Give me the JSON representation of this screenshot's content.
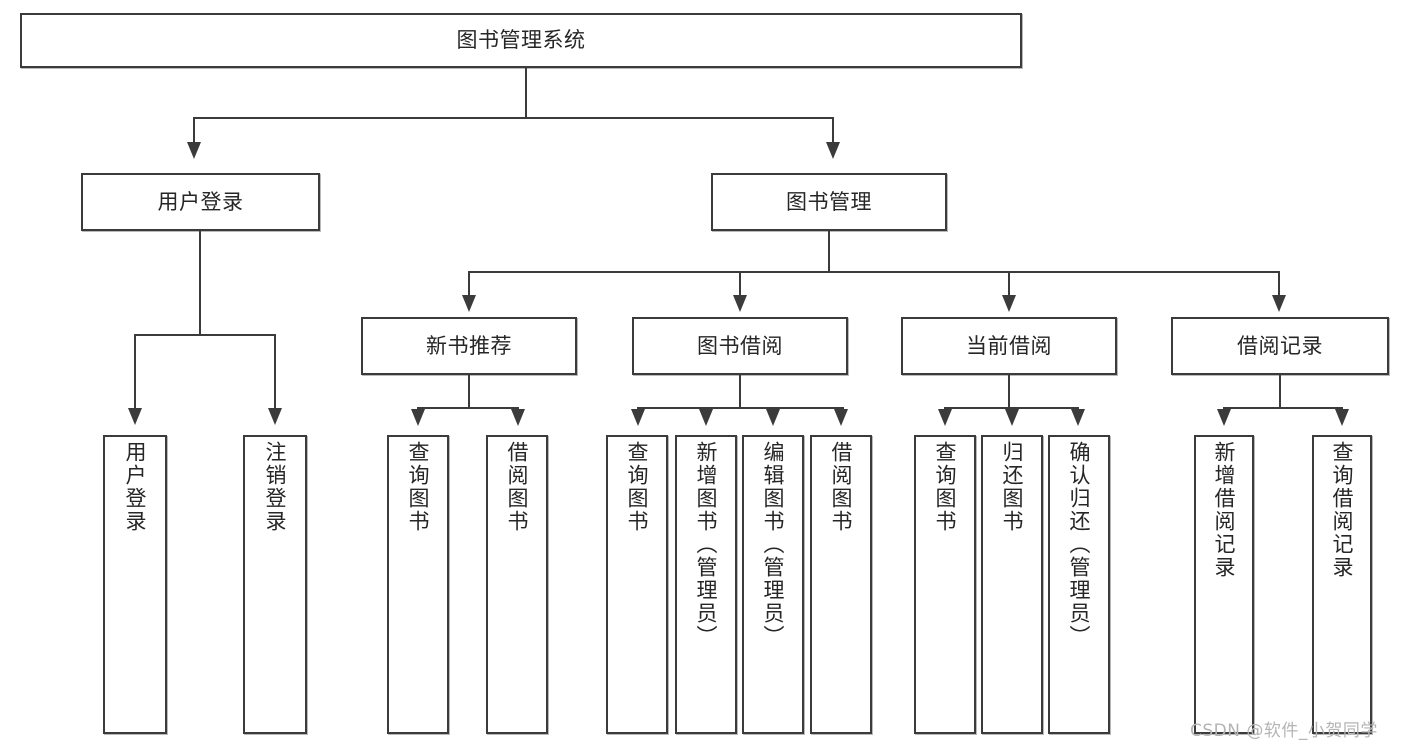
{
  "diagram": {
    "title": "图书管理系统",
    "watermark": "CSDN @软件_小贺同学",
    "accent_border_color": "#3b3b3b",
    "background_color": "#ffffff",
    "text_color": "#262626",
    "watermark_color": "#b4b4b4"
  },
  "nodes": {
    "root": {
      "label": "图书管理系统"
    },
    "level2": [
      {
        "label": "用户登录"
      },
      {
        "label": "图书管理"
      }
    ],
    "level3": [
      {
        "label": "新书推荐"
      },
      {
        "label": "图书借阅"
      },
      {
        "label": "当前借阅"
      },
      {
        "label": "借阅记录"
      }
    ],
    "leaves": {
      "user_login": [
        {
          "label": "用户登录"
        },
        {
          "label": "注销登录"
        }
      ],
      "new_book_recommend": [
        {
          "label": "查询图书"
        },
        {
          "label": "借阅图书"
        }
      ],
      "book_borrow": [
        {
          "label": "查询图书"
        },
        {
          "label": "新增图书（管理员）"
        },
        {
          "label": "编辑图书（管理员）"
        },
        {
          "label": "借阅图书"
        }
      ],
      "current_borrow": [
        {
          "label": "查询图书"
        },
        {
          "label": "归还图书"
        },
        {
          "label": "确认归还（管理员）"
        }
      ],
      "borrow_record": [
        {
          "label": "新增借阅记录"
        },
        {
          "label": "查询借阅记录"
        }
      ]
    }
  }
}
